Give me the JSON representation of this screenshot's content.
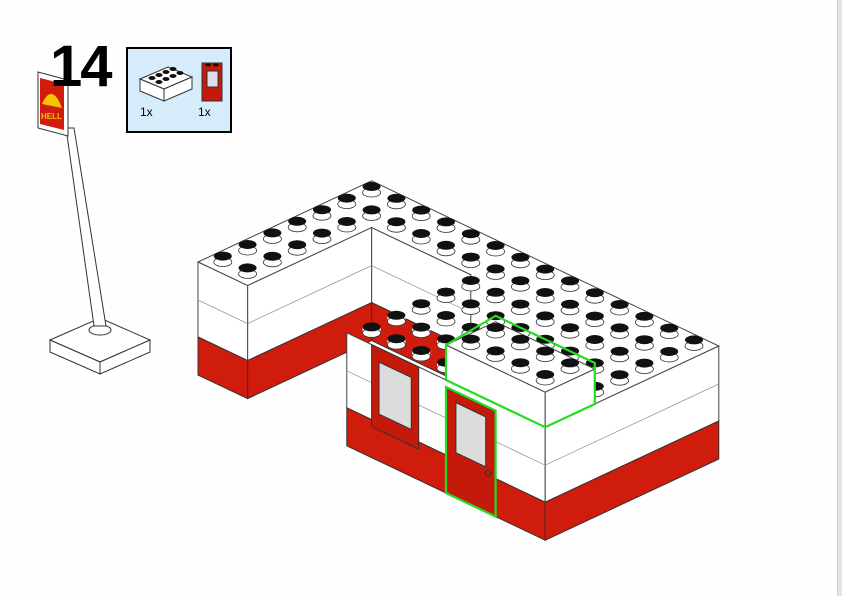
{
  "step": {
    "number": "14"
  },
  "parts_list": {
    "items": [
      {
        "part": "brick-2x4-white",
        "quantity": "1x"
      },
      {
        "part": "door-1x2x3-red",
        "quantity": "1x"
      }
    ]
  },
  "sign": {
    "logo_text": "HELL"
  },
  "colors": {
    "red": "#d01c0c",
    "white": "#ffffff",
    "highlight": "#22dd22",
    "parts_bg": "#d6ecfb",
    "shell_yellow": "#f5c400"
  }
}
